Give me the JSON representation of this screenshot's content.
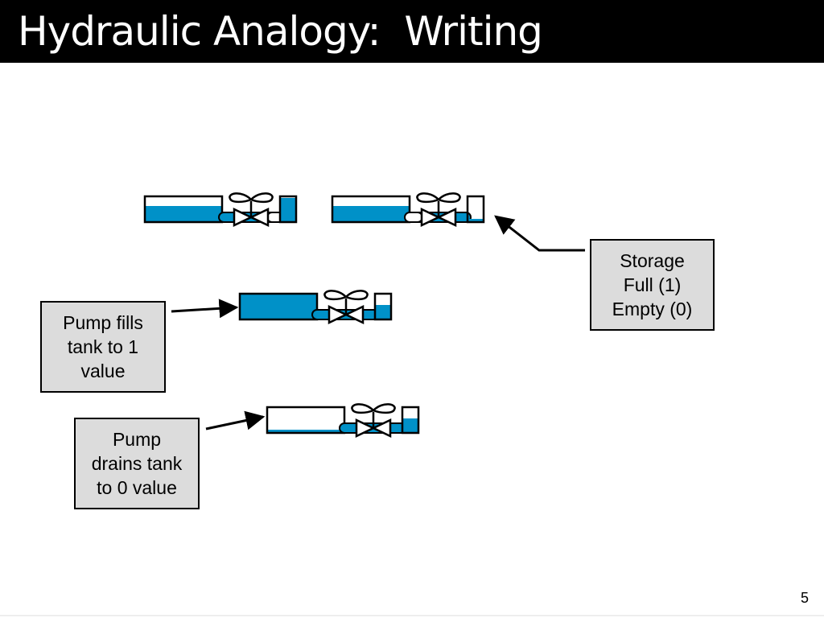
{
  "slide": {
    "title": "Hydraulic Analogy:  Writing",
    "page_number": "5"
  },
  "callouts": {
    "storage": {
      "lines": [
        "Storage",
        "Full (1)",
        "Empty (0)"
      ]
    },
    "pump_fills": {
      "lines": [
        "Pump fills",
        "tank to 1",
        "value"
      ]
    },
    "pump_drains": {
      "lines": [
        "Pump",
        "drains tank",
        "to 0 value"
      ]
    }
  },
  "colors": {
    "water": "#0091c8",
    "callout_fill": "#dcdcdc",
    "title_bar": "#000000"
  },
  "tanks": [
    {
      "id": "storage-full",
      "large_tank_level": 0.55,
      "small_tank_level": 1.0
    },
    {
      "id": "storage-empty",
      "large_tank_level": 0.55,
      "small_tank_level": 0.1
    },
    {
      "id": "pump-fill",
      "large_tank_level": 1.0,
      "small_tank_level": 0.55
    },
    {
      "id": "pump-drain",
      "large_tank_level": 0.1,
      "small_tank_level": 0.55
    }
  ]
}
